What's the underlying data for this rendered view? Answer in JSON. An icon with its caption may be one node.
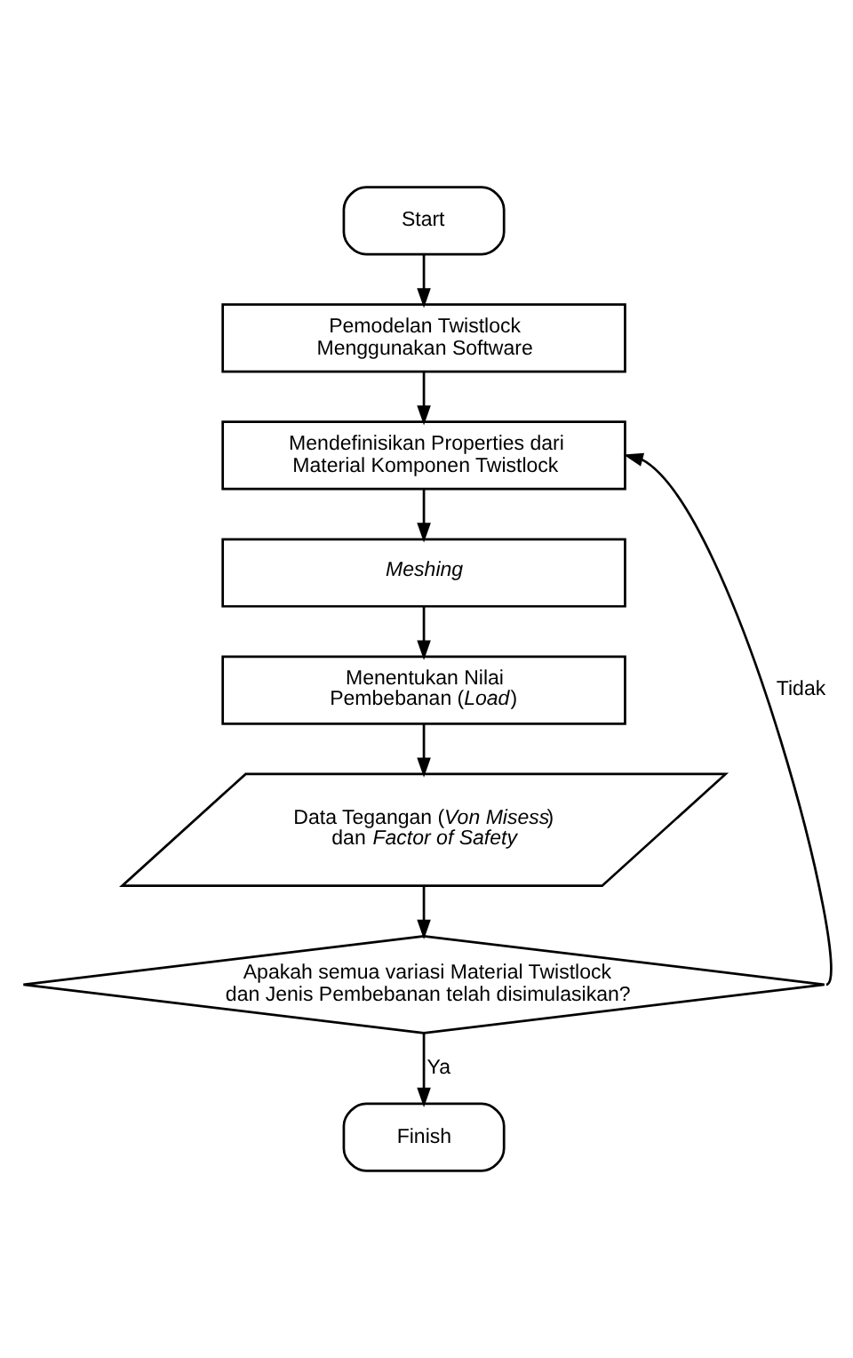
{
  "diagram": {
    "nodes": [
      {
        "text": [
          "Start"
        ]
      },
      {
        "text": [
          "Pemodelan Twistlock Menggunakan Software"
        ]
      },
      {
        "text": [
          "Mendefinisikan Properties dari Material Komponen Twistlock"
        ]
      },
      {
        "text": [
          "Meshing"
        ]
      },
      {
        "text": [
          "Menentukan Nilai Pembebanan (*Load*)"
        ]
      },
      {
        "text": [
          "Data Tegangan (*Von Misess*) dan *Factor of Safety*"
        ]
      },
      {
        "text": [
          "Apakah semua variasi Material Twistlock dan Jenis Pembebanan telah disimulasikan?"
        ]
      },
      {
        "text": [
          "Finish"
        ]
      }
    ],
    "edges": [
      {
        "from": 0,
        "to": 1,
        "arrow": "to"
      },
      {
        "from": 1,
        "to": 2,
        "arrow": "to"
      },
      {
        "from": 2,
        "to": 3,
        "arrow": "to"
      },
      {
        "from": 3,
        "to": 4,
        "arrow": "to"
      },
      {
        "from": 4,
        "to": 5,
        "arrow": "to"
      },
      {
        "from": 5,
        "to": 6,
        "arrow": "to"
      },
      {
        "from": 6,
        "to": 7,
        "label": "Ya",
        "arrow": "to"
      },
      {
        "from": 6,
        "to": 2,
        "label": "Tidak",
        "arrow": "to"
      }
    ]
  }
}
